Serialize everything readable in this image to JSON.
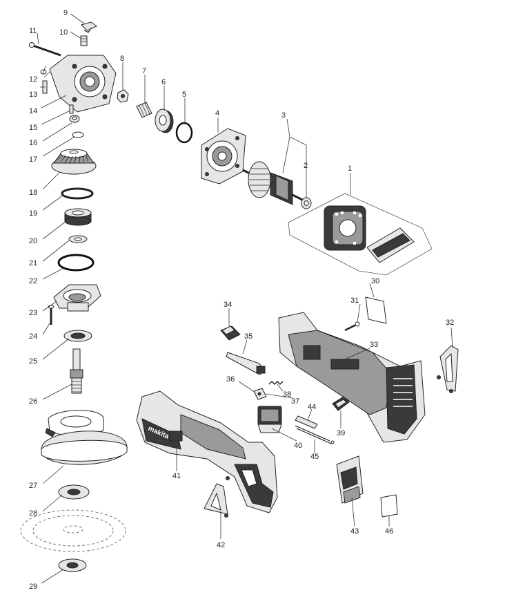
{
  "diagram": {
    "part_numbers": [
      "1",
      "2",
      "3",
      "4",
      "5",
      "6",
      "7",
      "8",
      "9",
      "10",
      "11",
      "12",
      "13",
      "14",
      "15",
      "16",
      "17",
      "18",
      "19",
      "20",
      "21",
      "22",
      "23",
      "24",
      "25",
      "26",
      "27",
      "28",
      "29",
      "30",
      "31",
      "32",
      "33",
      "34",
      "35",
      "36",
      "37",
      "38",
      "39",
      "40",
      "41",
      "42",
      "43",
      "44",
      "45",
      "46"
    ],
    "housing_brand_text": "makita"
  }
}
